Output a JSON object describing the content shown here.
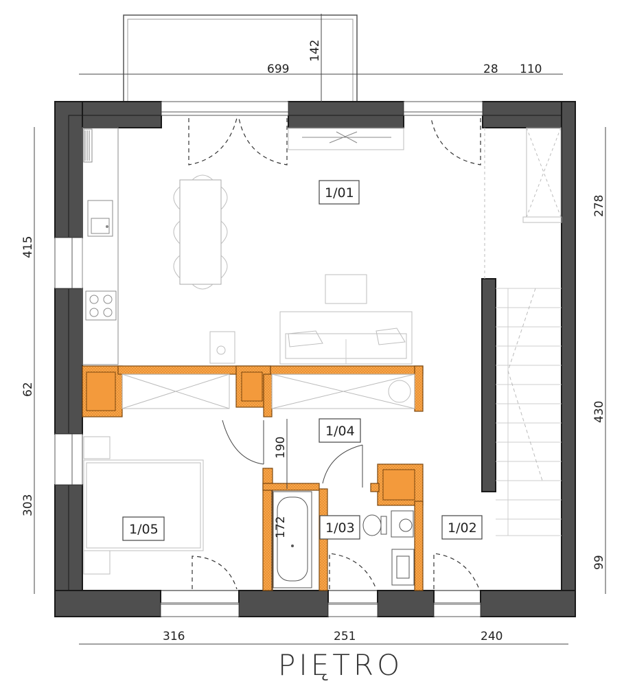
{
  "floor_title": "PIĘTRO",
  "dimensions": {
    "top_699": "699",
    "top_142": "142",
    "top_28": "28",
    "top_110": "110",
    "left_415": "415",
    "left_62": "62",
    "left_303": "303",
    "right_278": "278",
    "right_430": "430",
    "right_99": "99",
    "bottom_316": "316",
    "bottom_251": "251",
    "bottom_240": "240",
    "inner_190": "190",
    "inner_172": "172"
  },
  "rooms": {
    "r101": "1/01",
    "r102": "1/02",
    "r103": "1/03",
    "r104": "1/04",
    "r105": "1/05"
  },
  "colors": {
    "wall": "#4f4f4f",
    "partition": "#f39a3c",
    "line": "#8a8a8a"
  }
}
